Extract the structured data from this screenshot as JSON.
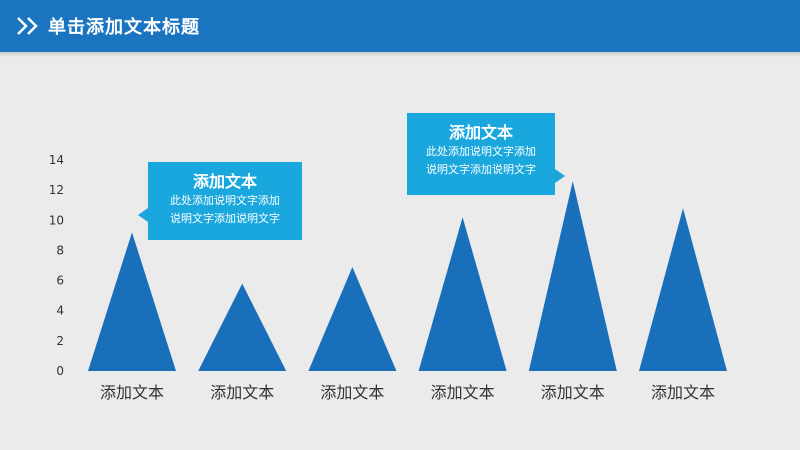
{
  "header": {
    "title": "单击添加文本标题"
  },
  "callouts": [
    {
      "title": "添加文本",
      "lines": [
        "此处添加说明文字添加",
        "说明文字添加说明文字"
      ]
    },
    {
      "title": "添加文本",
      "lines": [
        "此处添加说明文字添加",
        "说明文字添加说明文字"
      ]
    }
  ],
  "colors": {
    "header": "#1a74bf",
    "bar": "#1a6fbb",
    "callout": "#1aa7de",
    "background": "#ebebeb"
  },
  "chart_data": {
    "type": "bar",
    "shape": "triangle",
    "categories": [
      "添加文本",
      "添加文本",
      "添加文本",
      "添加文本",
      "添加文本",
      "添加文本"
    ],
    "values": [
      9.2,
      5.8,
      6.9,
      10.2,
      12.6,
      10.8
    ],
    "title": "",
    "xlabel": "",
    "ylabel": "",
    "ylim": [
      0,
      14
    ],
    "yticks": [
      0,
      2,
      4,
      6,
      8,
      10,
      12,
      14
    ],
    "grid": false
  }
}
